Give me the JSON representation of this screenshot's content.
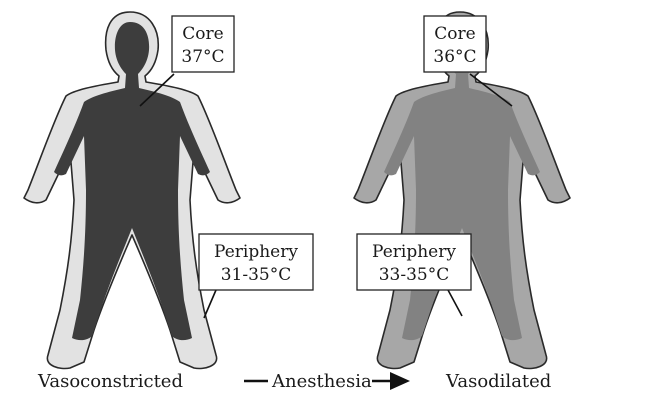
{
  "colors": {
    "core_vasoconstricted": "#3d3d3d",
    "periphery_vasoconstricted": "#e2e2e2",
    "core_vasodilated": "#828282",
    "periphery_vasodilated": "#a7a7a7",
    "outline": "#2a2a2a"
  },
  "left_figure": {
    "core_label": "Core",
    "core_temp": "37°C",
    "periphery_label": "Periphery",
    "periphery_temp": "31-35°C",
    "state_label": "Vasoconstricted"
  },
  "right_figure": {
    "core_label": "Core",
    "core_temp": "36°C",
    "periphery_label": "Periphery",
    "periphery_temp": "33-35°C",
    "state_label": "Vasodilated"
  },
  "transition": {
    "label": "Anesthesia"
  }
}
